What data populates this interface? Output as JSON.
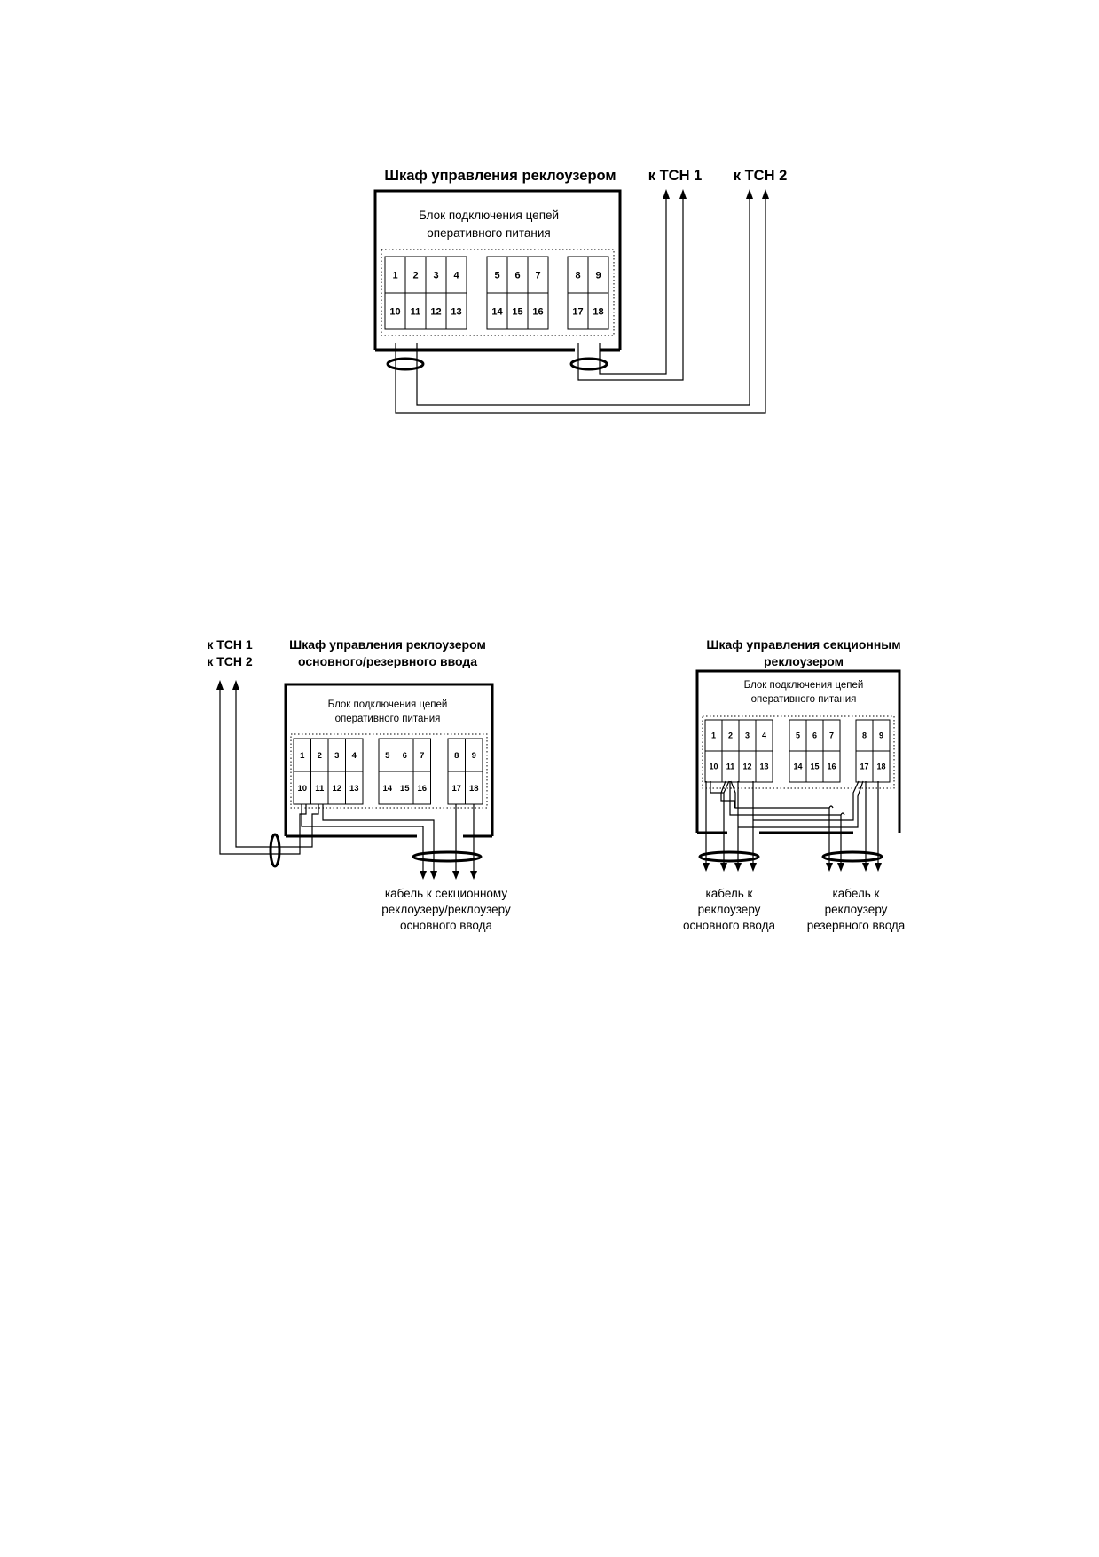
{
  "diagram_top": {
    "cabinet_title": "Шкаф управления реклоузером",
    "block_label_line1": "Блок подключения цепей",
    "block_label_line2": "оперативного питания",
    "to_tsn1": "к ТСН 1",
    "to_tsn2": "к ТСН 2",
    "terminals_top": [
      "1",
      "2",
      "3",
      "4",
      "5",
      "6",
      "7",
      "8",
      "9"
    ],
    "terminals_bottom": [
      "10",
      "11",
      "12",
      "13",
      "14",
      "15",
      "16",
      "17",
      "18"
    ]
  },
  "diagram_main": {
    "to_tsn1": "к ТСН 1",
    "to_tsn2": "к ТСН 2",
    "cabinet_title_line1": "Шкаф управления реклоузером",
    "cabinet_title_line2": "основного/резервного ввода",
    "block_label_line1": "Блок подключения цепей",
    "block_label_line2": "оперативного питания",
    "terminals_top": [
      "1",
      "2",
      "3",
      "4",
      "5",
      "6",
      "7",
      "8",
      "9"
    ],
    "terminals_bottom": [
      "10",
      "11",
      "12",
      "13",
      "14",
      "15",
      "16",
      "17",
      "18"
    ],
    "cable_line1": "кабель к секционному",
    "cable_line2": "реклоузеру/реклоузеру",
    "cable_line3": "основного ввода"
  },
  "diagram_sectional": {
    "cabinet_title_line1": "Шкаф управления секционным",
    "cabinet_title_line2": "реклоузером",
    "block_label_line1": "Блок подключения цепей",
    "block_label_line2": "оперативного питания",
    "terminals_top": [
      "1",
      "2",
      "3",
      "4",
      "5",
      "6",
      "7",
      "8",
      "9"
    ],
    "terminals_bottom": [
      "10",
      "11",
      "12",
      "13",
      "14",
      "15",
      "16",
      "17",
      "18"
    ],
    "cable_main_line1": "кабель к",
    "cable_main_line2": "реклоузеру",
    "cable_main_line3": "основного ввода",
    "cable_reserve_line1": "кабель к",
    "cable_reserve_line2": "реклоузеру",
    "cable_reserve_line3": "резервного ввода"
  }
}
